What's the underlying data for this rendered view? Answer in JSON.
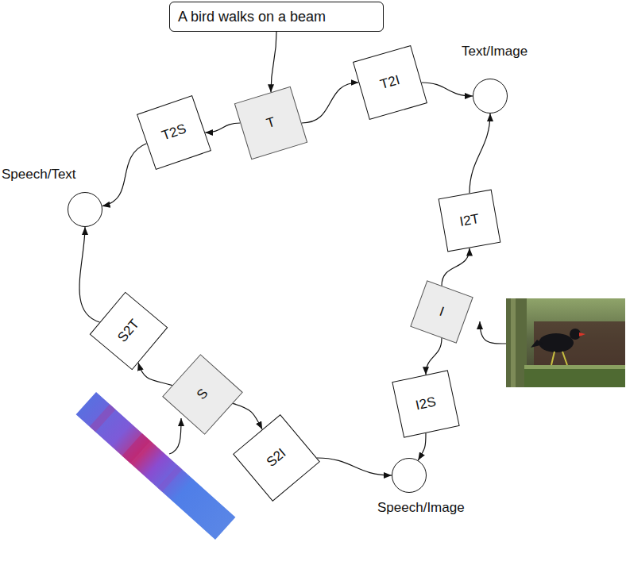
{
  "diagram": {
    "nodes": [
      {
        "text": [
          "A bird walks on a beam"
        ]
      },
      {
        "text": [
          "Text/Image"
        ]
      },
      {
        "text": [
          "T2I"
        ]
      },
      {
        "text": [
          "T2S"
        ]
      },
      {
        "text": [
          "T"
        ]
      },
      {
        "text": [
          "Speech/Text"
        ]
      },
      {
        "text": [
          "I2T"
        ]
      },
      {
        "text": [
          "I"
        ]
      },
      {
        "text": [
          "S2T"
        ]
      },
      {
        "text": [
          "S"
        ]
      },
      {
        "text": [
          "I2S"
        ]
      },
      {
        "text": [
          "S2I"
        ]
      },
      {
        "text": [
          "Speech/Image"
        ]
      }
    ],
    "edges": [
      {
        "from": 0,
        "to": 4,
        "arrow": "to"
      },
      {
        "from": 4,
        "to": 3,
        "arrow": "to"
      },
      {
        "from": 4,
        "to": 2,
        "arrow": "to"
      },
      {
        "from": 2,
        "to": 1,
        "arrow": "to"
      },
      {
        "from": 3,
        "to": 5,
        "arrow": "to"
      },
      {
        "from": 8,
        "to": 5,
        "arrow": "to"
      },
      {
        "from": 9,
        "to": 8,
        "arrow": "to"
      },
      {
        "from": 9,
        "to": 11,
        "arrow": "to"
      },
      {
        "from": 11,
        "to": 12,
        "arrow": "to"
      },
      {
        "from": 10,
        "to": 12,
        "arrow": "to"
      },
      {
        "from": 7,
        "to": 10,
        "arrow": "to"
      },
      {
        "from": 7,
        "to": 6,
        "arrow": "to"
      },
      {
        "from": 6,
        "to": 1,
        "arrow": "to"
      }
    ]
  }
}
